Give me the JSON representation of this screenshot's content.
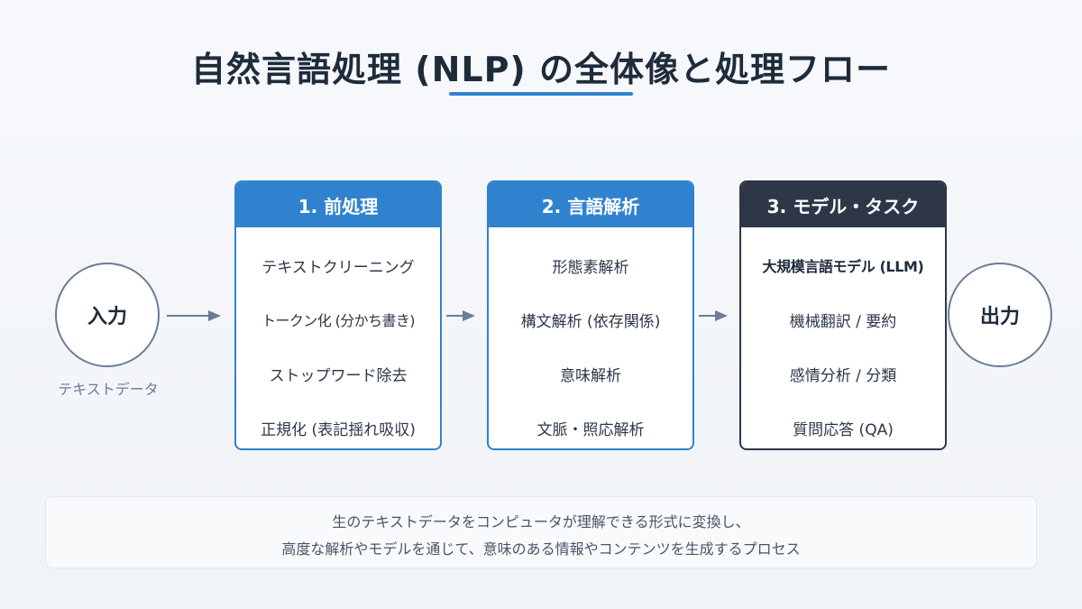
{
  "title": "自然言語処理 (NLP) の全体像と処理フロー",
  "input": {
    "label": "入力",
    "caption": "テキストデータ"
  },
  "output": {
    "label": "出力"
  },
  "steps": [
    {
      "header": "1. 前処理",
      "items": [
        "テキストクリーニング",
        "トークン化 (分かち書き)",
        "ストップワード除去",
        "正規化 (表記揺れ吸収)"
      ]
    },
    {
      "header": "2. 言語解析",
      "items": [
        "形態素解析",
        "構文解析 (依存関係)",
        "意味解析",
        "文脈・照応解析"
      ]
    },
    {
      "header": "3. モデル・タスク",
      "items": [
        "大規模言語モデル (LLM)",
        "機械翻訳 / 要約",
        "感情分析 / 分類",
        "質問応答 (QA)"
      ]
    }
  ],
  "summary": {
    "line1": "生のテキストデータをコンピュータが理解できる形式に変換し、",
    "line2": "高度な解析やモデルを通じて、意味のある情報やコンテンツを生成するプロセス"
  },
  "colors": {
    "accent": "#3182ce",
    "dark": "#2d3748",
    "border": "#6b7c95"
  }
}
